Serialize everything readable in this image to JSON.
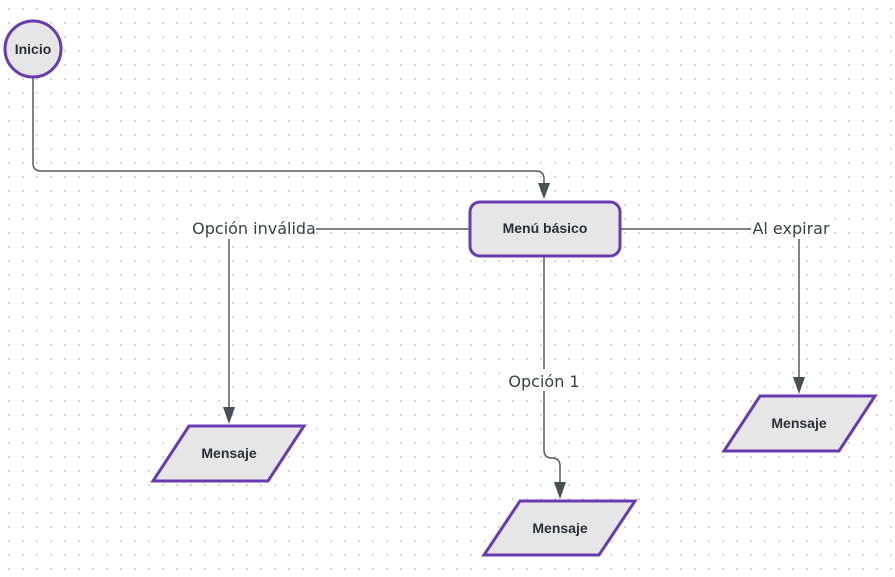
{
  "diagram": {
    "type": "flowchart",
    "nodes": {
      "start": {
        "label": "Inicio",
        "shape": "circle"
      },
      "menu": {
        "label": "Menú básico",
        "shape": "rounded-rect"
      },
      "msg_invalid": {
        "label": "Mensaje",
        "shape": "parallelogram"
      },
      "msg_option1": {
        "label": "Mensaje",
        "shape": "parallelogram"
      },
      "msg_expire": {
        "label": "Mensaje",
        "shape": "parallelogram"
      }
    },
    "edges": {
      "start_to_menu": {
        "from": "start",
        "to": "menu",
        "label": ""
      },
      "menu_invalid": {
        "from": "menu",
        "to": "msg_invalid",
        "label": "Opción inválida"
      },
      "menu_option1": {
        "from": "menu",
        "to": "msg_option1",
        "label": "Opción 1"
      },
      "menu_expire": {
        "from": "menu",
        "to": "msg_expire",
        "label": "Al expirar"
      }
    },
    "colors": {
      "node_fill": "#e6e6e6",
      "node_border": "#6a3bb0",
      "edge": "#555a60",
      "text": "#2b2f36"
    }
  }
}
